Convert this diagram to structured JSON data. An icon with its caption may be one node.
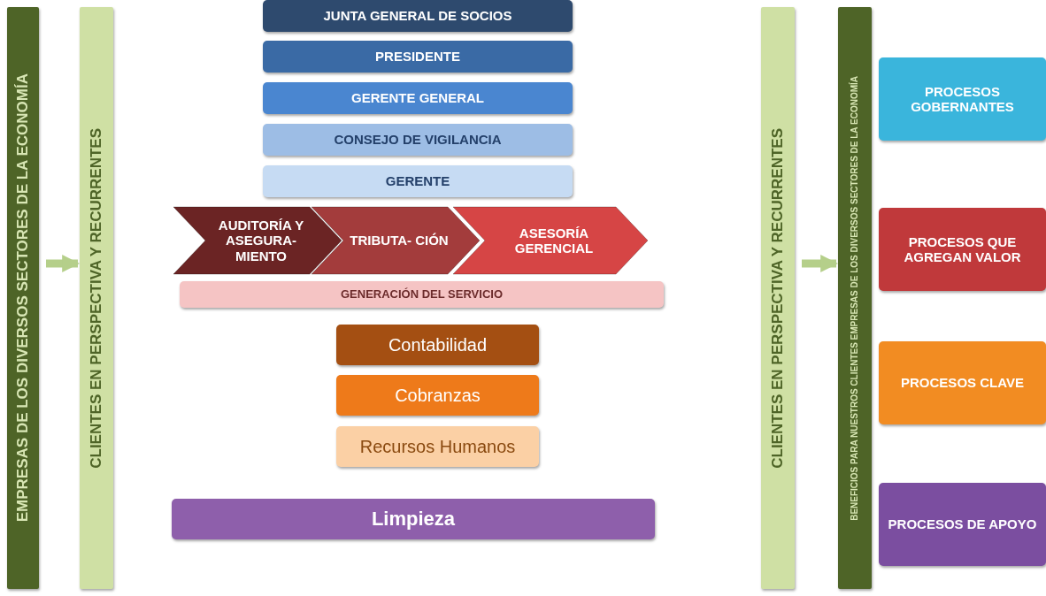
{
  "diagram": {
    "nodes": [
      {
        "text": [
          "EMPRESAS DE LOS DIVERSOS SECTORES DE LA ECONOMÍA"
        ]
      },
      {
        "text": [
          "CLIENTES EN PERSPECTIVA Y RECURRENTES"
        ]
      },
      {
        "text": [
          "JUNTA GENERAL DE SOCIOS"
        ]
      },
      {
        "text": [
          "PRESIDENTE"
        ]
      },
      {
        "text": [
          "GERENTE GENERAL"
        ]
      },
      {
        "text": [
          "CONSEJO DE VIGILANCIA"
        ]
      },
      {
        "text": [
          "GERENTE"
        ]
      },
      {
        "text": [
          "AUDITORÍA Y ASEGURA- MIENTO"
        ]
      },
      {
        "text": [
          "TRIBUTA- CIÓN"
        ]
      },
      {
        "text": [
          "ASESORÍA GERENCIAL"
        ]
      },
      {
        "text": [
          "GENERACIÓN DEL SERVICIO"
        ]
      },
      {
        "text": [
          "Contabilidad"
        ]
      },
      {
        "text": [
          "Cobranzas"
        ]
      },
      {
        "text": [
          "Recursos Humanos"
        ]
      },
      {
        "text": [
          "Limpieza"
        ]
      },
      {
        "text": [
          "CLIENTES EN PERSPECTIVA Y RECURRENTES"
        ]
      },
      {
        "text": [
          "BENEFICIOS PARA NUESTROS CLIENTES EMPRESAS DE LOS DIVERSOS SECTORES DE LA ECONOMÍA"
        ]
      },
      {
        "text": [
          "PROCESOS GOBERNANTES"
        ]
      },
      {
        "text": [
          "PROCESOS QUE AGREGAN VALOR"
        ]
      },
      {
        "text": [
          "PROCESOS CLAVE"
        ]
      },
      {
        "text": [
          "PROCESOS DE APOYO"
        ]
      }
    ],
    "edges": [
      {
        "from": 0,
        "to": 1,
        "arrow": "to"
      },
      {
        "from": 15,
        "to": 16,
        "arrow": "to"
      }
    ]
  }
}
